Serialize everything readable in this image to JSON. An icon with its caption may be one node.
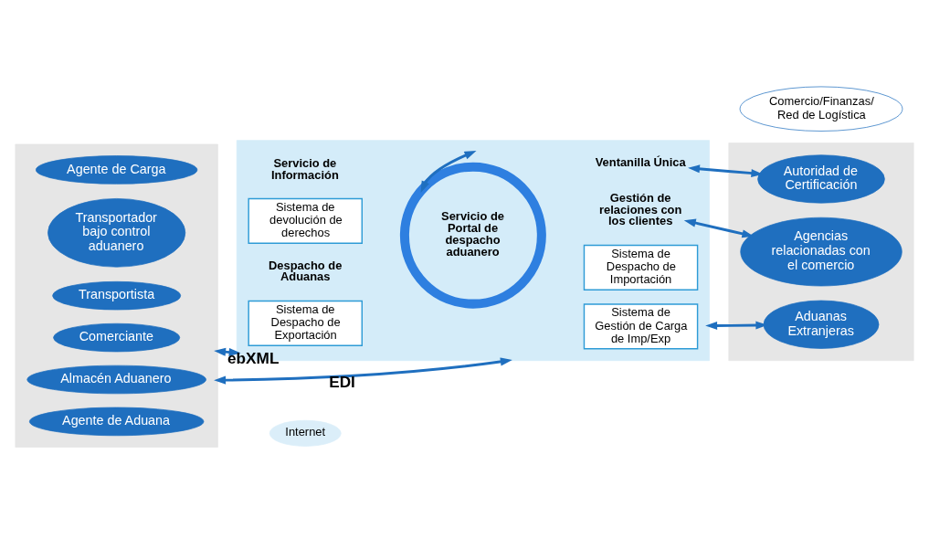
{
  "diagram": {
    "nodes": [
      {
        "text": [],
        "shape": "box"
      },
      {
        "text": [
          "Comerciante"
        ],
        "in": 0
      },
      {
        "text": [
          "Agente de Aduana"
        ],
        "in": 0
      },
      {
        "text": [
          "Transportista"
        ],
        "in": 0
      },
      {
        "text": [
          "Agente de Carga"
        ],
        "in": 0
      },
      {
        "text": [
          "Almacén Aduanero"
        ],
        "in": 0
      },
      {
        "text": [
          "Transportador bajo control aduanero"
        ],
        "in": 0
      },
      {
        "text": [],
        "shape": "box"
      },
      {
        "text": [
          "Ventanilla Única"
        ],
        "in": 7
      },
      {
        "text": [
          "Servicio de Portal de despacho aduanero"
        ],
        "in": 7
      },
      {
        "text": [
          "Gestión de relaciones con los clientes"
        ],
        "in": 7
      },
      {
        "text": [
          "Sistema de Despacho de Exportación"
        ],
        "in": 7
      },
      {
        "text": [
          "Sistema de Despacho de Importación"
        ],
        "in": 7
      },
      {
        "text": [
          "Sistema de devolución de derechos"
        ],
        "in": 7
      },
      {
        "text": [
          "Sistema de Gestión de Carga de Imp/Exp"
        ],
        "in": 7
      },
      {
        "text": [
          "Internet"
        ]
      },
      {
        "text": [
          "Comercio/Finanzas/ Red de Logística"
        ]
      },
      {
        "text": [],
        "shape": "box"
      },
      {
        "text": [
          "Autoridad de Certificación"
        ],
        "in": 17
      },
      {
        "text": [
          "Agencias relacionadas con el comercio"
        ],
        "in": 17
      },
      {
        "text": [
          "Aduanas Extranjeras"
        ],
        "in": 17
      }
    ],
    "edges": [
      {
        "from": 0,
        "to": 7,
        "arrow": "both",
        "label": "ebXML"
      },
      {
        "from": 0,
        "to": 7,
        "arrow": "both",
        "label": "EDI"
      },
      {
        "from": 8,
        "to": 18,
        "arrow": "both"
      },
      {
        "from": 10,
        "to": 19,
        "arrow": "both"
      },
      {
        "from": 7,
        "to": 20,
        "arrow": "both"
      },
      {
        "from": 9,
        "to": null,
        "arrow": "both"
      }
    ],
    "labels": [
      "Despacho de Aduanas",
      "Servicio de Información"
    ]
  }
}
